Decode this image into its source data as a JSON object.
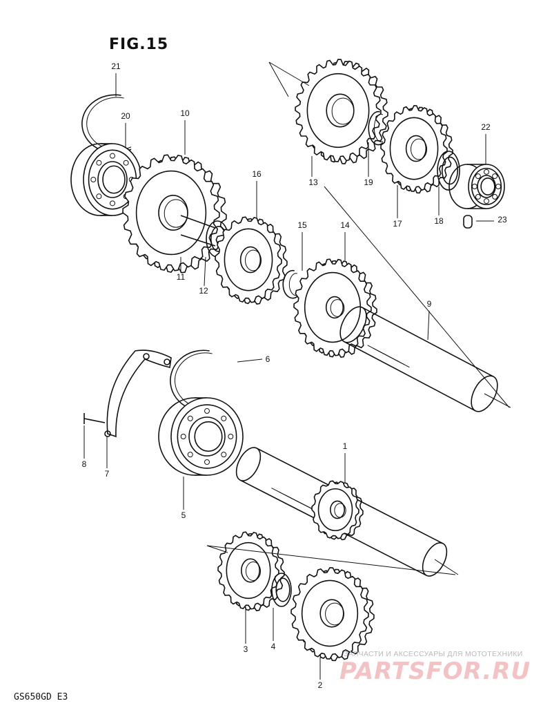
{
  "figure": {
    "title": "FIG.15",
    "model": "GS650GD E3"
  },
  "callouts": [
    {
      "id": "c1",
      "label": "1"
    },
    {
      "id": "c2",
      "label": "2"
    },
    {
      "id": "c3",
      "label": "3"
    },
    {
      "id": "c4",
      "label": "4"
    },
    {
      "id": "c5",
      "label": "5"
    },
    {
      "id": "c6",
      "label": "6"
    },
    {
      "id": "c7",
      "label": "7"
    },
    {
      "id": "c8",
      "label": "8"
    },
    {
      "id": "c9",
      "label": "9"
    },
    {
      "id": "c10",
      "label": "10"
    },
    {
      "id": "c11",
      "label": "11"
    },
    {
      "id": "c12",
      "label": "12"
    },
    {
      "id": "c13",
      "label": "13"
    },
    {
      "id": "c14",
      "label": "14"
    },
    {
      "id": "c15",
      "label": "15"
    },
    {
      "id": "c16",
      "label": "16"
    },
    {
      "id": "c17",
      "label": "17"
    },
    {
      "id": "c18",
      "label": "18"
    },
    {
      "id": "c19",
      "label": "19"
    },
    {
      "id": "c20",
      "label": "20"
    },
    {
      "id": "c21",
      "label": "21"
    },
    {
      "id": "c22",
      "label": "22"
    },
    {
      "id": "c23",
      "label": "23"
    }
  ],
  "watermark": {
    "tagline": "ЗАПЧАСТИ И АКСЕССУАРЫ ДЛЯ МОТОТЕХНИКИ",
    "logo": "PARTSFOR.RU"
  }
}
